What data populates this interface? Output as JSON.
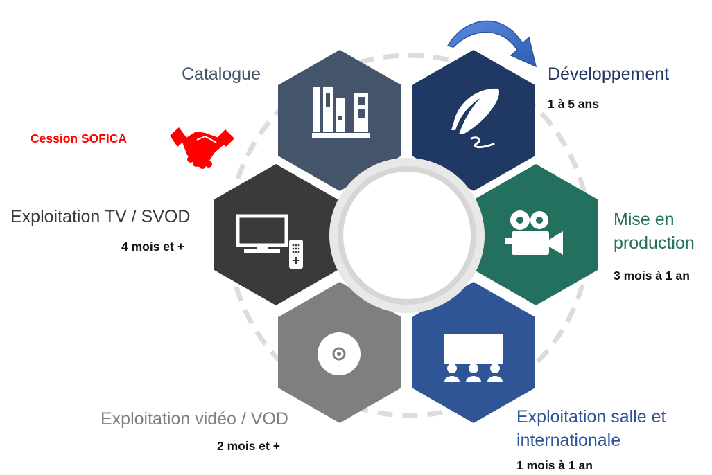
{
  "stages": {
    "catalogue": {
      "label": "Catalogue",
      "icon": "books-icon",
      "color": "#44546A"
    },
    "developpement": {
      "label": "Développement",
      "duration": "1 à 5 ans",
      "icon": "quill-icon",
      "color": "#203864"
    },
    "mise_en_production": {
      "label_line1": "Mise en",
      "label_line2": "production",
      "duration": "3 mois à 1 an",
      "icon": "movie-camera-icon",
      "color": "#23705F"
    },
    "exploitation_salle": {
      "label_line1": "Exploitation salle et",
      "label_line2": "internationale",
      "duration": "1 mois à 1 an",
      "icon": "cinema-audience-icon",
      "color": "#2F5597"
    },
    "exploitation_video": {
      "label": "Exploitation vidéo / VOD",
      "duration": "2 mois et +",
      "icon": "disc-icon",
      "color": "#7F7F7F"
    },
    "exploitation_tv": {
      "label": "Exploitation TV / SVOD",
      "duration": "4 mois et +",
      "icon": "tv-remote-icon",
      "color": "#3A3A3A"
    }
  },
  "cession": {
    "label": "Cession SOFICA",
    "icon": "handshake-icon",
    "color": "#FF0000"
  },
  "cycle_arrow": {
    "icon": "curved-arrow-icon",
    "color": "#4472C4"
  }
}
